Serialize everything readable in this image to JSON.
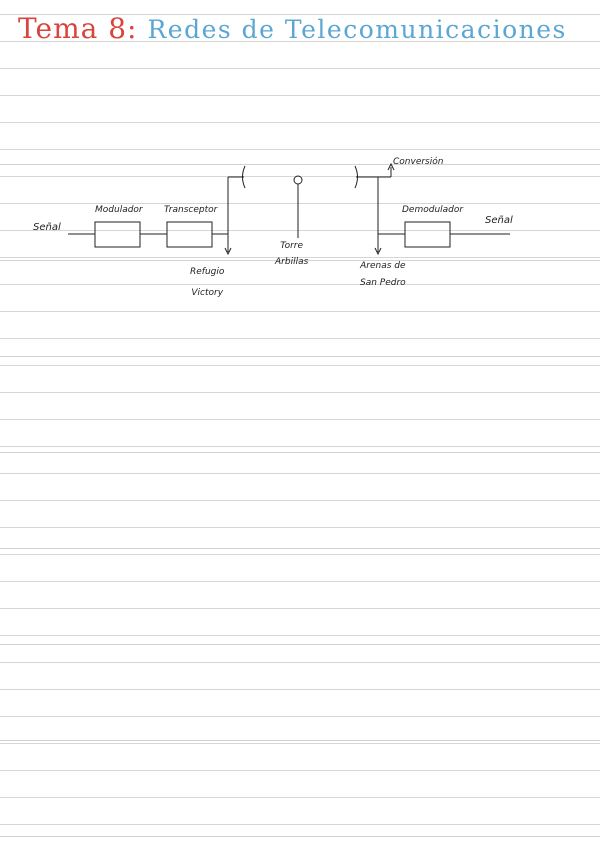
{
  "title": {
    "part1": "Tema 8:",
    "part2": "Redes de Telecomunicaciones"
  },
  "colors": {
    "title_red": "#d9453c",
    "title_blue": "#5ba6d3",
    "ink": "#222222",
    "rule": "#d6d6d6"
  },
  "diagram": {
    "signal_in": "Señal",
    "modulator": "Modulador",
    "transceiver": "Transceptor",
    "refuge": "Refugio\nVictory",
    "tower": "Torre\nArbillas",
    "conversion": "Conversión",
    "sand_site": "Arenas de\nSan Pedro",
    "demodulator": "Demodulador",
    "signal_out": "Señal"
  }
}
